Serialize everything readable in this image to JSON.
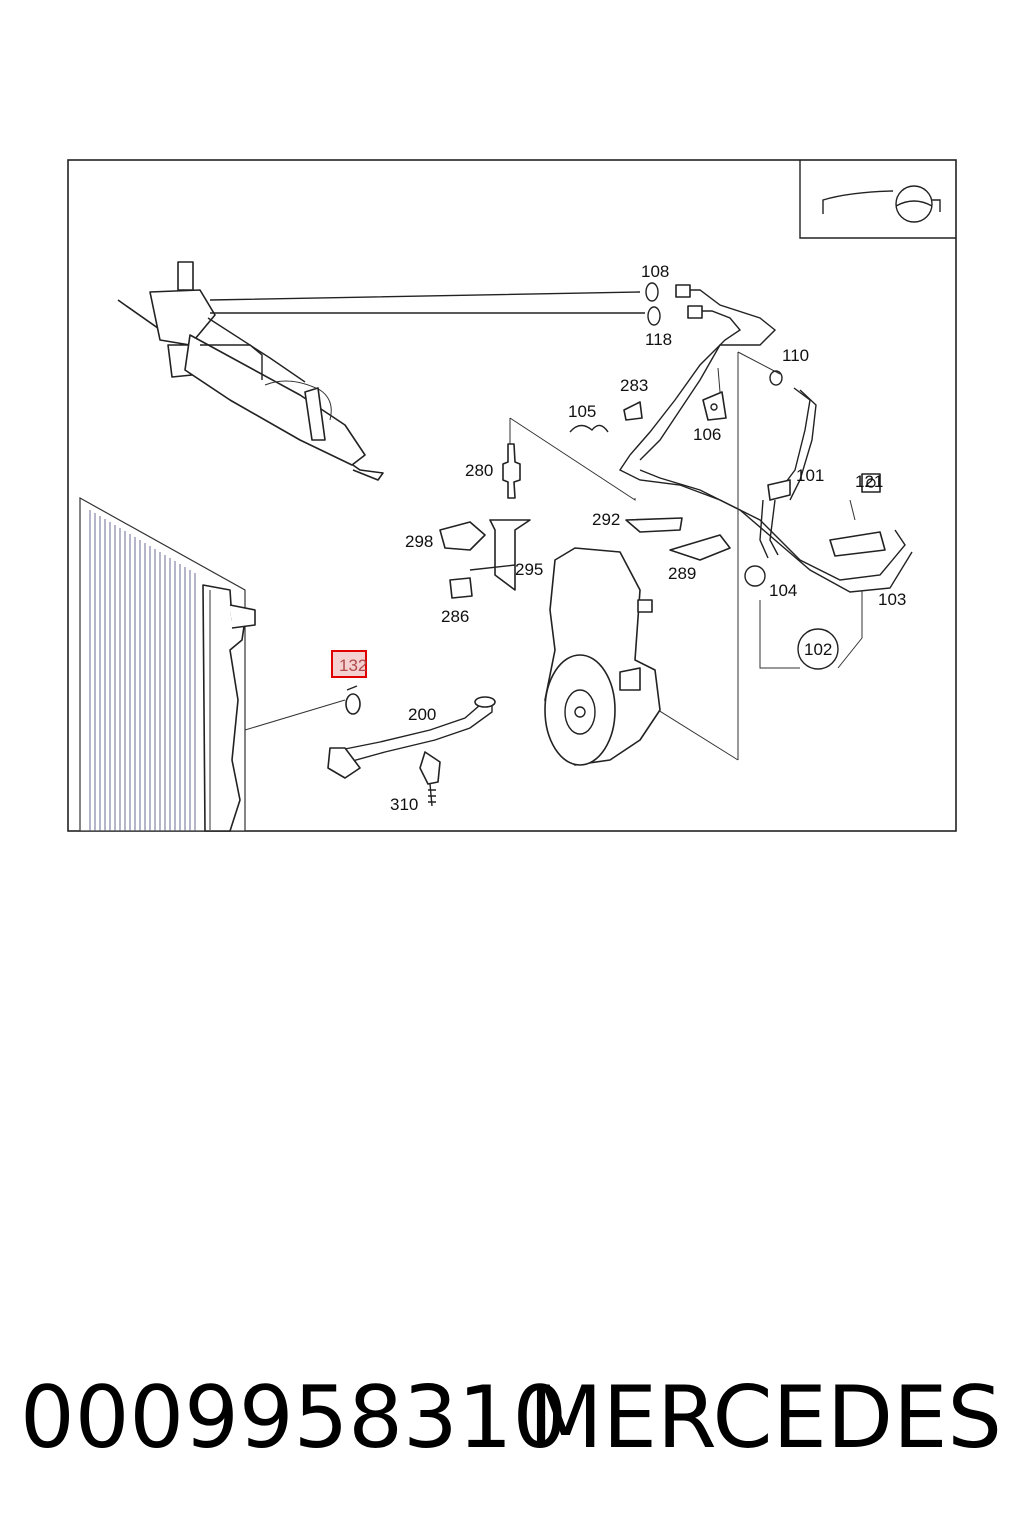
{
  "diagram": {
    "labels": [
      {
        "id": "108",
        "text": "108"
      },
      {
        "id": "118",
        "text": "118"
      },
      {
        "id": "110",
        "text": "110"
      },
      {
        "id": "283",
        "text": "283"
      },
      {
        "id": "105",
        "text": "105"
      },
      {
        "id": "106",
        "text": "106"
      },
      {
        "id": "280",
        "text": "280"
      },
      {
        "id": "101",
        "text": "101"
      },
      {
        "id": "121",
        "text": "121"
      },
      {
        "id": "292",
        "text": "292"
      },
      {
        "id": "298",
        "text": "298"
      },
      {
        "id": "295",
        "text": "295"
      },
      {
        "id": "289",
        "text": "289"
      },
      {
        "id": "104",
        "text": "104"
      },
      {
        "id": "103",
        "text": "103"
      },
      {
        "id": "286",
        "text": "286"
      },
      {
        "id": "102",
        "text": "102"
      },
      {
        "id": "132",
        "text": "132"
      },
      {
        "id": "200",
        "text": "200"
      },
      {
        "id": "310",
        "text": "310"
      }
    ],
    "highlighted_label": "132",
    "highlight_color": "#e00000",
    "frame_color": "#222222"
  },
  "caption": {
    "part_number": "0009958310",
    "brand": "MERCEDES"
  }
}
